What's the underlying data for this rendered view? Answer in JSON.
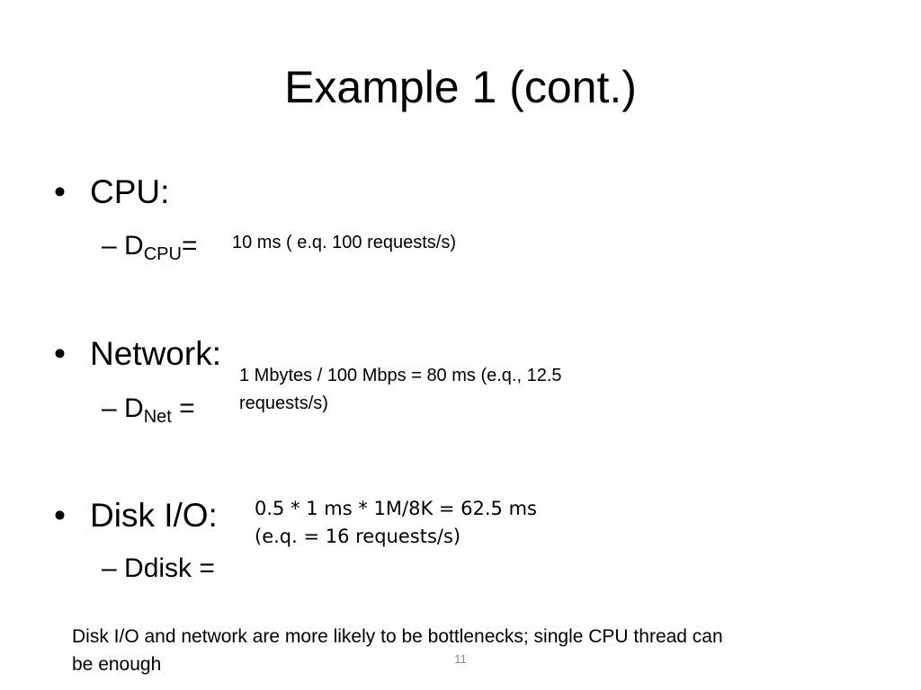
{
  "slide": {
    "title": "Example 1 (cont.)",
    "bullets": [
      {
        "marker": "•",
        "label": "CPU:",
        "sub": {
          "dash": "–",
          "var": "D",
          "subscript": "CPU",
          "eq": "="
        },
        "note": "10 ms ( e.q. 100 requests/s)"
      },
      {
        "marker": "•",
        "label": "Network:",
        "sub": {
          "dash": "–",
          "var": "D",
          "subscript": "Net",
          "eq": " ="
        },
        "note_line1": "1 Mbytes / 100 Mbps = 80 ms (e.q., 12.5",
        "note_line2": "requests/s)"
      },
      {
        "marker": "•",
        "label": "Disk I/O:",
        "sub": {
          "dash": "–",
          "text": "Ddisk ="
        },
        "note_line1": "0.5 * 1 ms * 1M/8K = 62.5 ms",
        "note_line2": "(e.q. = 16 requests/s)"
      }
    ],
    "footer_line1": "Disk I/O and network are more likely to be bottlenecks; single CPU thread can",
    "footer_line2": "be enough",
    "page_number": "11"
  }
}
